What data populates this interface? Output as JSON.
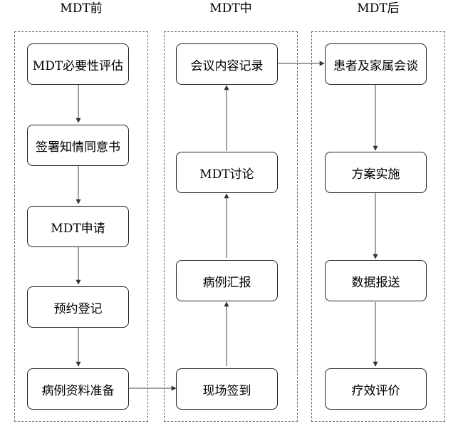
{
  "phases": [
    {
      "title": "MDT前",
      "steps": [
        "MDT必要性评估",
        "签署知情同意书",
        "MDT申请",
        "预约登记",
        "病例资料准备"
      ]
    },
    {
      "title": "MDT中",
      "steps": [
        "会议内容记录",
        "MDT讨论",
        "病例汇报",
        "现场签到"
      ]
    },
    {
      "title": "MDT后",
      "steps": [
        "患者及家属会谈",
        "方案实施",
        "数据报送",
        "疗效评价"
      ]
    }
  ],
  "flow_direction": [
    "MDT前: top to bottom",
    "MDT前 → MDT中 via 病例资料准备 → 现场签到",
    "MDT中: bottom to top",
    "MDT中 → MDT后 via 会议内容记录 → 患者及家属会谈",
    "MDT后: top to bottom"
  ]
}
